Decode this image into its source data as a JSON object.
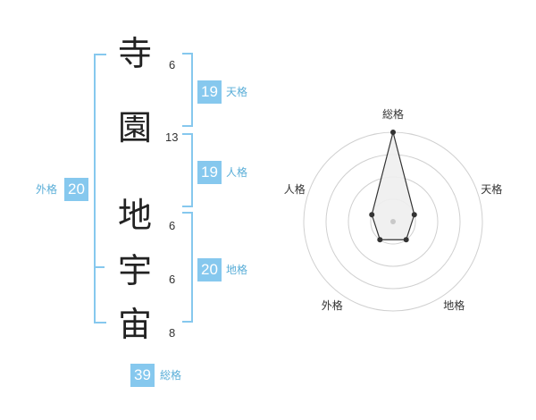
{
  "name_chars": [
    {
      "char": "寺",
      "strokes": "6"
    },
    {
      "char": "園",
      "strokes": "13"
    },
    {
      "char": "地",
      "strokes": "6"
    },
    {
      "char": "宇",
      "strokes": "6"
    },
    {
      "char": "宙",
      "strokes": "8"
    }
  ],
  "scores": {
    "tenkaku": {
      "value": "19",
      "label": "天格"
    },
    "jinkaku": {
      "value": "19",
      "label": "人格"
    },
    "chikaku": {
      "value": "20",
      "label": "地格"
    },
    "gaikaku": {
      "value": "20",
      "label": "外格"
    },
    "soukaku": {
      "value": "39",
      "label": "総格"
    }
  },
  "chart_data": {
    "type": "radar",
    "axes": [
      "総格",
      "天格",
      "地格",
      "外格",
      "人格"
    ],
    "values": [
      4,
      1,
      1,
      1,
      1
    ],
    "max": 4,
    "rings": 4
  },
  "colors": {
    "accent": "#86c8ee",
    "text": "#222222",
    "radar_fill": "#eeeeee",
    "radar_line": "#333333"
  }
}
